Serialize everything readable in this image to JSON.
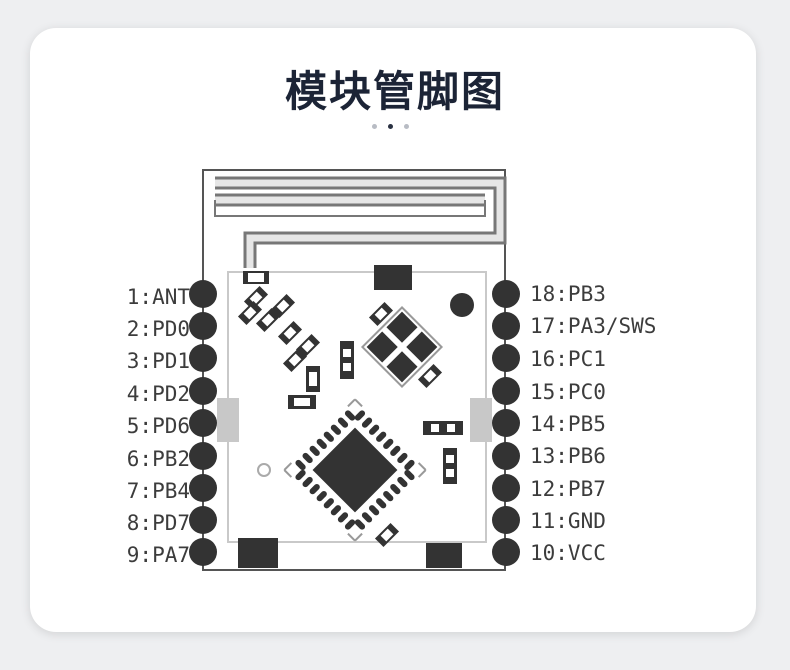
{
  "header": {
    "title": "模块管脚图"
  },
  "pins": {
    "left": [
      "1:ANT",
      "2:PD0",
      "3:PD1",
      "4:PD2",
      "5:PD6",
      "6:PB2",
      "7:PB4",
      "8:PD7",
      "9:PA7"
    ],
    "right": [
      "18:PB3",
      "17:PA3/SWS",
      "16:PC1",
      "15:PC0",
      "14:PB5",
      "13:PB6",
      "12:PB7",
      "11:GND",
      "10:VCC"
    ]
  },
  "colors": {
    "title": "#1c2436",
    "component": "#333333",
    "label": "#3c3c3c"
  }
}
